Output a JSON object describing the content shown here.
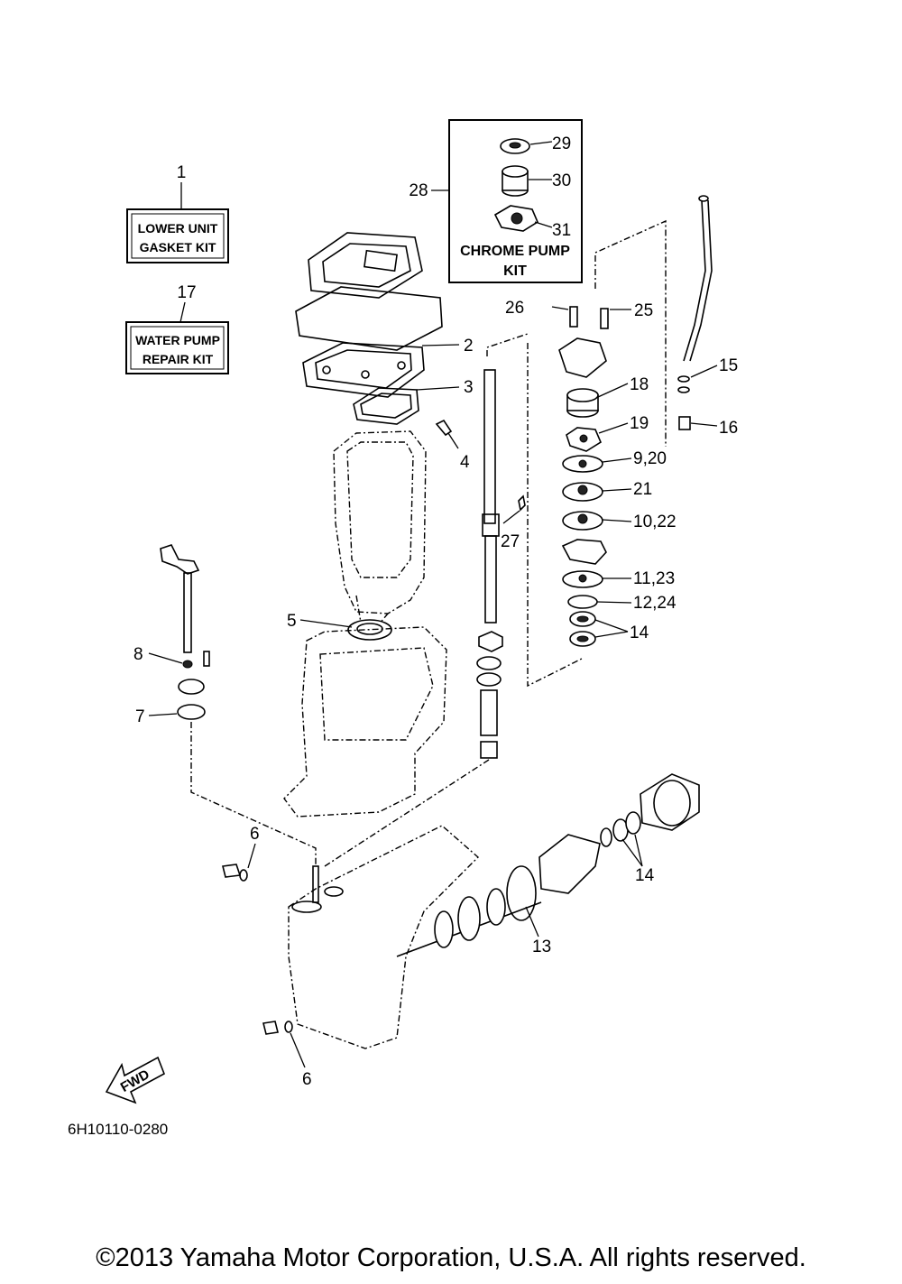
{
  "kits": {
    "lower_unit": {
      "number": "1",
      "line1": "LOWER UNIT",
      "line2": "GASKET KIT"
    },
    "water_pump": {
      "number": "17",
      "line1": "WATER PUMP",
      "line2": "REPAIR KIT"
    },
    "chrome_pump": {
      "number": "28",
      "line1": "CHROME PUMP",
      "line2": "KIT"
    }
  },
  "callouts": {
    "c2": "2",
    "c3": "3",
    "c4": "4",
    "c5": "5",
    "c6a": "6",
    "c6b": "6",
    "c7": "7",
    "c8": "8",
    "c9_20": "9,20",
    "c10_22": "10,22",
    "c11_23": "11,23",
    "c12_24": "12,24",
    "c13": "13",
    "c14a": "14",
    "c14b": "14",
    "c15": "15",
    "c16": "16",
    "c18": "18",
    "c19": "19",
    "c21": "21",
    "c25": "25",
    "c26": "26",
    "c27": "27",
    "c29": "29",
    "c30": "30",
    "c31": "31"
  },
  "fwd_label": "FWD",
  "diagram_code": "6H10110-0280",
  "copyright": "©2013 Yamaha Motor Corporation, U.S.A. All rights reserved."
}
